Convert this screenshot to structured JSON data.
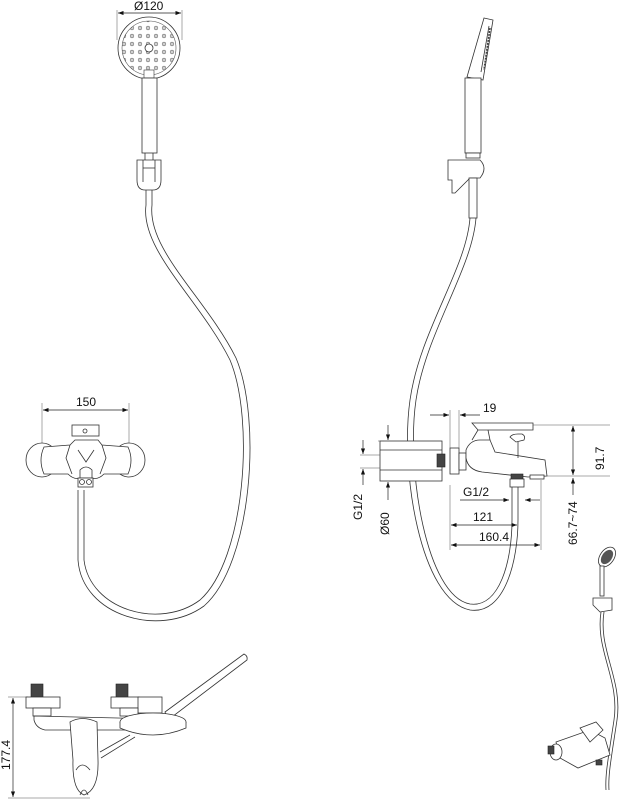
{
  "drawing": {
    "type": "technical-dimension-drawing",
    "subject": "wall-mounted bath/shower mixer with hand shower, hose and holder",
    "views": [
      {
        "name": "front-view",
        "dimensions": {
          "shower_head_diameter": "Ø120",
          "mixer_width": "150"
        }
      },
      {
        "name": "side-view",
        "dimensions": {
          "wall_offset": "19",
          "mixer_height": "91.7",
          "inlet_thread": "G1/2",
          "flange_diameter": "Ø60",
          "outlet_thread": "G1/2",
          "outlet_distance": "121",
          "spout_length": "160.4",
          "spout_height_range": "66.7~74"
        }
      },
      {
        "name": "top-view",
        "dimensions": {
          "depth": "177.4"
        }
      },
      {
        "name": "perspective-view",
        "dimensions": {}
      }
    ]
  },
  "labels": {
    "d_head": "Ø120",
    "d_width": "150",
    "d_offset": "19",
    "d_height": "91.7",
    "d_inlet": "G1/2",
    "d_flange": "Ø60",
    "d_outlet": "G1/2",
    "d_121": "121",
    "d_160": "160.4",
    "d_range": "66.7~74",
    "d_depth": "177.4"
  }
}
